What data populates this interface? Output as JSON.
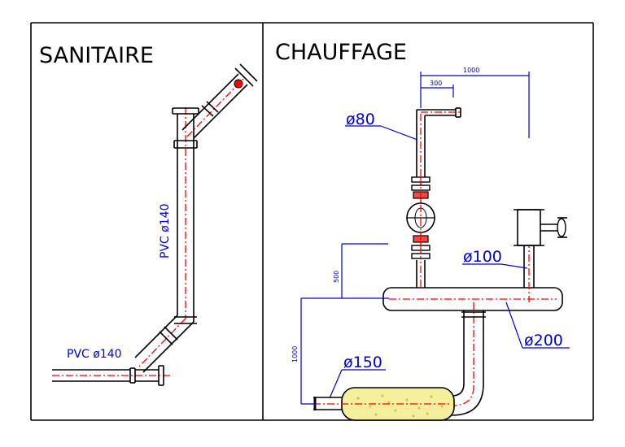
{
  "panels": {
    "sanitaire": {
      "title": "SANITAIRE",
      "vertical_label": "PVC  ø140",
      "horizontal_label": "PVC  ø140"
    },
    "chauffage": {
      "title": "CHAUFFAGE",
      "dim_top_long": "1000",
      "dim_top_short": "300",
      "label_d80": "ø80",
      "label_d100": "ø100",
      "label_d200": "ø200",
      "label_d150": "ø150",
      "dim_height_500": "500",
      "dim_height_1000": "1000"
    }
  },
  "colors": {
    "pipe_outline": "#000000",
    "pipe_axis": "#ff0000",
    "dimension": "#0000cc",
    "insulation_fill": "#f3ef9a"
  }
}
